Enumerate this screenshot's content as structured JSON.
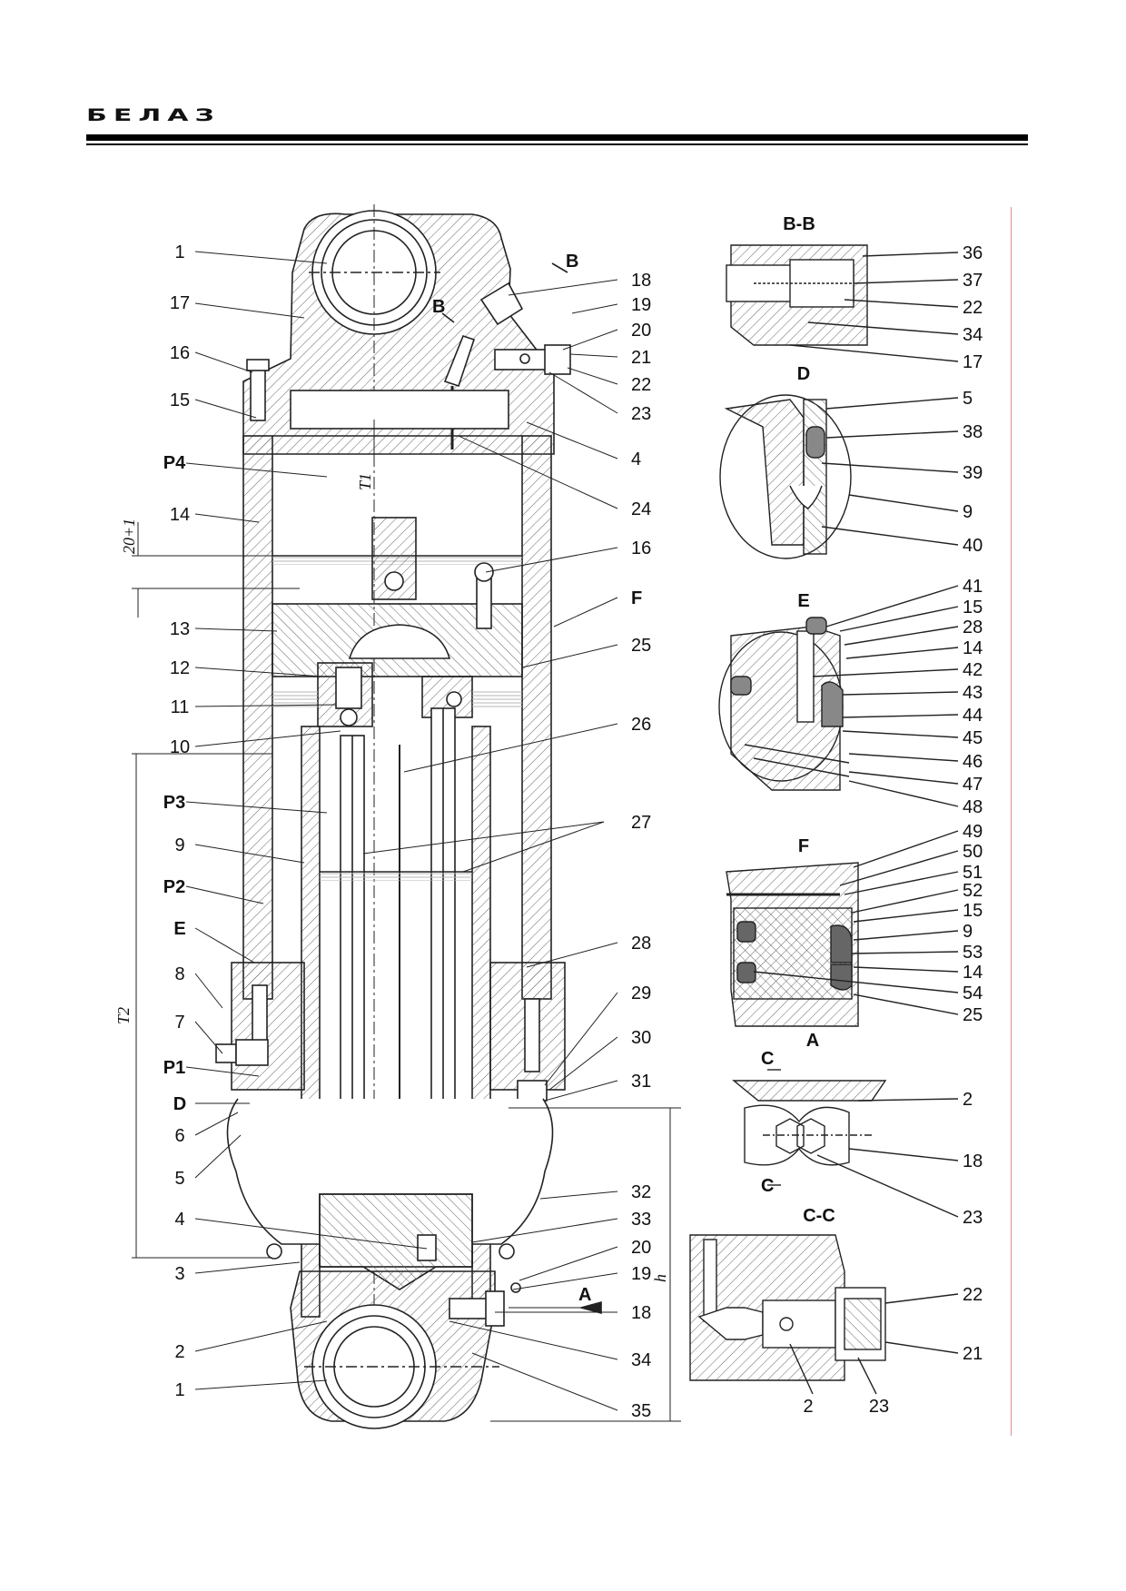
{
  "header": {
    "logo_text": "БЕЛАЗ"
  },
  "left_labels": [
    "1",
    "17",
    "16",
    "15",
    "P4",
    "14",
    "13",
    "12",
    "11",
    "10",
    "P3",
    "9",
    "P2",
    "E",
    "8",
    "7",
    "P1",
    "D",
    "6",
    "5",
    "4",
    "3",
    "2",
    "1"
  ],
  "right_labels": [
    "18",
    "19",
    "20",
    "21",
    "22",
    "23",
    "4",
    "24",
    "16",
    "F",
    "25",
    "26",
    "27",
    "28",
    "29",
    "30",
    "31",
    "32",
    "33",
    "20",
    "19",
    "18",
    "34",
    "35"
  ],
  "section_markers": {
    "b_top": "B",
    "b_left": "B",
    "a_arrow": "A"
  },
  "dimensions": {
    "t1": "T1",
    "t2": "T2",
    "gap": "20+1",
    "h": "h"
  },
  "views": {
    "bb": {
      "title": "B-B",
      "labels": [
        "36",
        "37",
        "22",
        "34",
        "17"
      ]
    },
    "d": {
      "title": "D",
      "labels": [
        "5",
        "38",
        "39",
        "9",
        "40"
      ]
    },
    "e": {
      "title": "E",
      "labels": [
        "41",
        "15",
        "28",
        "14",
        "42",
        "43",
        "44",
        "45",
        "46",
        "47",
        "48"
      ]
    },
    "f": {
      "title": "F",
      "labels": [
        "49",
        "50",
        "51",
        "52",
        "15",
        "9",
        "53",
        "14",
        "54",
        "25"
      ]
    },
    "a": {
      "title": "A",
      "c_marker": "C",
      "labels": [
        "2",
        "18",
        "23"
      ]
    },
    "cc": {
      "title": "C-C",
      "right_labels": [
        "22",
        "21"
      ],
      "bottom_labels": [
        "2",
        "23"
      ]
    }
  },
  "colors": {
    "line": "#222222",
    "hatch": "#555555",
    "fluid": "#999999",
    "seal": "#666666",
    "frame": "#d99090"
  }
}
